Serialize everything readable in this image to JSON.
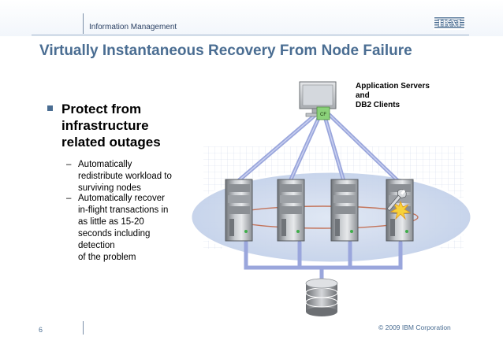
{
  "header": {
    "section_label": "Information Management",
    "logo_text": "IBM"
  },
  "title": "Virtually Instantaneous Recovery From Node Failure",
  "bullet": {
    "lines": [
      "Protect from",
      "infrastructure",
      "related outages"
    ]
  },
  "sub_items": [
    {
      "dash": "–",
      "lines": [
        "Automatically",
        "redistribute workload to",
        "surviving nodes"
      ]
    },
    {
      "dash": "–",
      "lines": [
        "Automatically recover",
        "in-flight transactions in",
        "as little as 15-20",
        "seconds including",
        "detection",
        "of the problem"
      ]
    }
  ],
  "diagram": {
    "client_label_lines": [
      "Application Servers",
      "and",
      "DB2 Clients"
    ],
    "monitor_tag": "CF",
    "server_count": 4,
    "failed_server_index": 4
  },
  "colors": {
    "accent": "#4a6d92",
    "link_blue": "#9aa6dc",
    "ring_red": "#c06040"
  },
  "footer": {
    "page_number": "6",
    "copyright": "© 2009 IBM Corporation"
  }
}
